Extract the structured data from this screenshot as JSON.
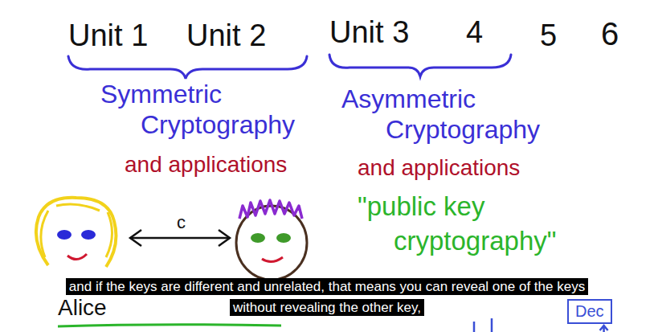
{
  "diagram": {
    "caption": "and if the keys are different and unrelated, that means you can reveal one of the keys without revealing the other key,",
    "nodes": [
      {
        "text": [
          "Dec"
        ]
      }
    ],
    "labels": [
      "Unit 1",
      "Unit 2",
      "Unit 3",
      "4",
      "5",
      "6",
      "Symmetric Cryptography",
      "and applications",
      "Asymmetric Cryptography",
      "and applications",
      "\"public key cryptography\"",
      "c",
      "Alice"
    ]
  }
}
